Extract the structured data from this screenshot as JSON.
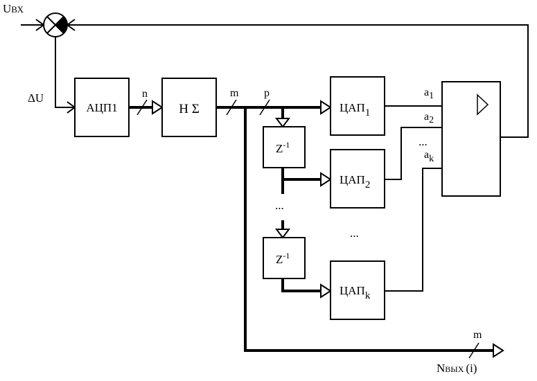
{
  "input": {
    "label_main": "U",
    "label_sub": "ВХ"
  },
  "error": {
    "label": "ΔU"
  },
  "adc": {
    "label": "АЦП1"
  },
  "bus_n": {
    "label": "n"
  },
  "sum_block": {
    "label": "Н Σ"
  },
  "bus_m": {
    "label": "m"
  },
  "bus_p": {
    "label": "p"
  },
  "delay": {
    "label_main": "Z",
    "label_sup": "-1"
  },
  "dac1": {
    "label_main": "ЦАП",
    "label_sub": "1"
  },
  "dac2": {
    "label_main": "ЦАП",
    "label_sub": "2"
  },
  "dack": {
    "label_main": "ЦАП",
    "label_sub": "k"
  },
  "inputs": {
    "a1_main": "a",
    "a1_sub": "1",
    "a2_main": "a",
    "a2_sub": "2",
    "ak_main": "a",
    "ak_sub": "k",
    "dots": "..."
  },
  "ellipsis": {
    "delay_chain": "...",
    "dac_chain": "..."
  },
  "output": {
    "bus_label": "m",
    "label_main": "N",
    "label_sub": "ВЫХ",
    "label_arg": "(i)"
  }
}
